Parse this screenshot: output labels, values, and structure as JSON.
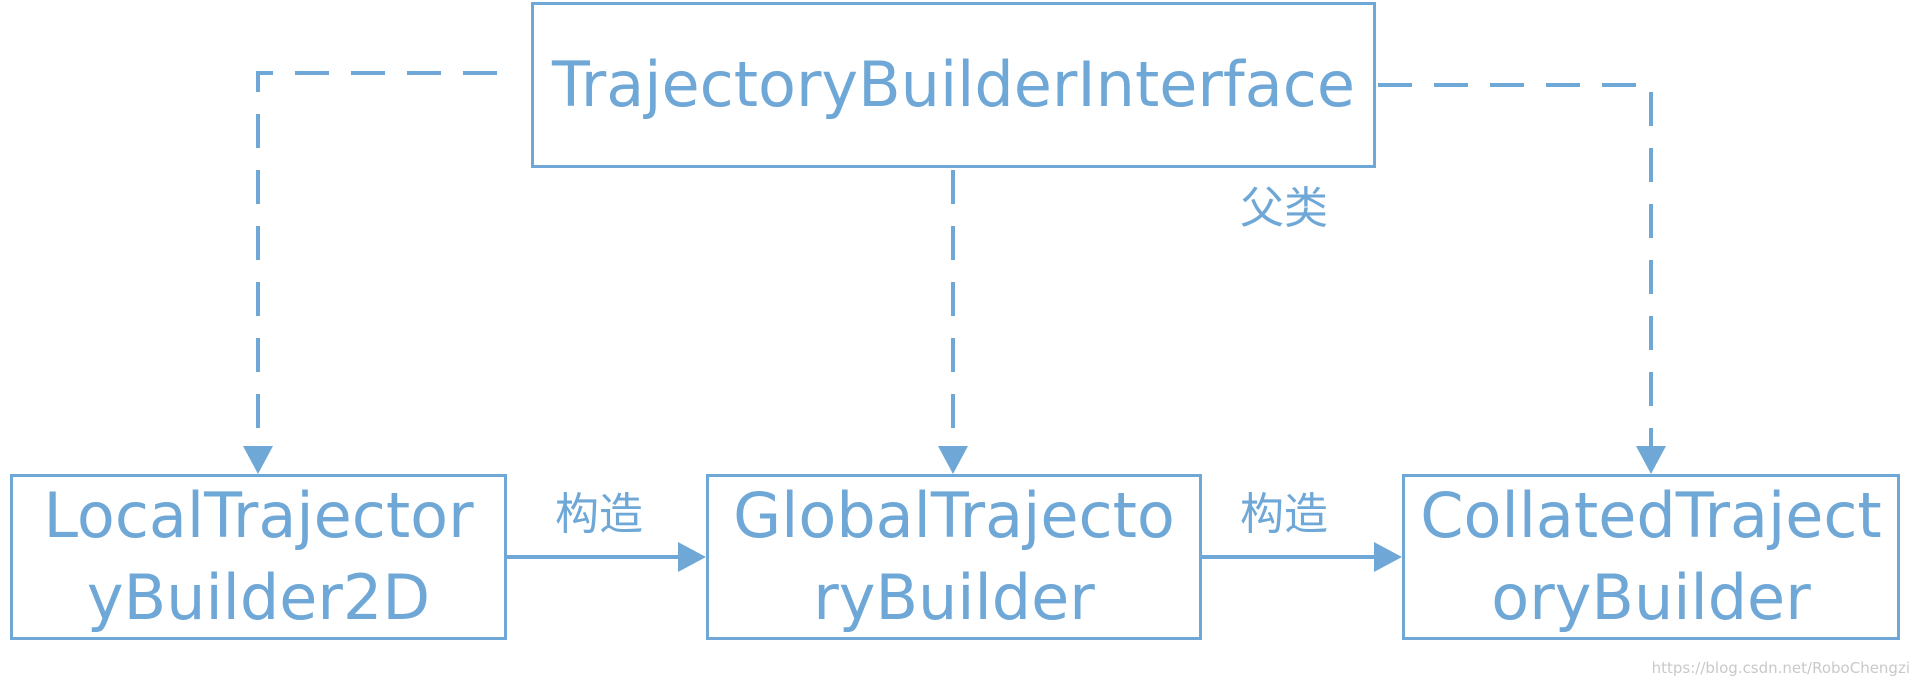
{
  "colors": {
    "stroke": "#6fa8d6",
    "text": "#6fa8d6",
    "watermark": "#c9c9c9"
  },
  "nodes": {
    "interface": {
      "label": "TrajectoryBuilderInterface"
    },
    "local": {
      "line1": "LocalTrajector",
      "line2": "yBuilder2D"
    },
    "global": {
      "line1": "GlobalTrajecto",
      "line2": "ryBuilder"
    },
    "collated": {
      "line1": "CollatedTraject",
      "line2": "oryBuilder"
    }
  },
  "edge_labels": {
    "parent": "父类",
    "construct_1": "构造",
    "construct_2": "构造"
  },
  "watermark": "https://blog.csdn.net/RoboChengzi"
}
